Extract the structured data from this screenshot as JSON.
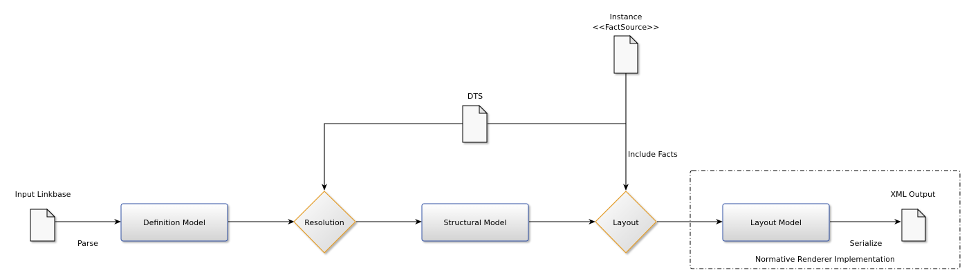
{
  "documents": {
    "input_linkbase": "Input Linkbase",
    "dts": "DTS",
    "instance_line1": "Instance",
    "instance_line2": "<<FactSource>>",
    "xml_output": "XML Output"
  },
  "processes": {
    "definition_model": "Definition Model",
    "structural_model": "Structural Model",
    "layout_model": "Layout Model"
  },
  "decisions": {
    "resolution": "Resolution",
    "layout": "Layout"
  },
  "edge_labels": {
    "parse": "Parse",
    "include_facts": "Include Facts",
    "serialize": "Serialize"
  },
  "boundary": {
    "label": "Normative Renderer Implementation"
  },
  "colors": {
    "process_border": "#2d4fa3",
    "decision_border": "#e39b27",
    "shape_gradient_top": "#ffffff",
    "shape_gradient_bottom": "#d6d6d6"
  }
}
